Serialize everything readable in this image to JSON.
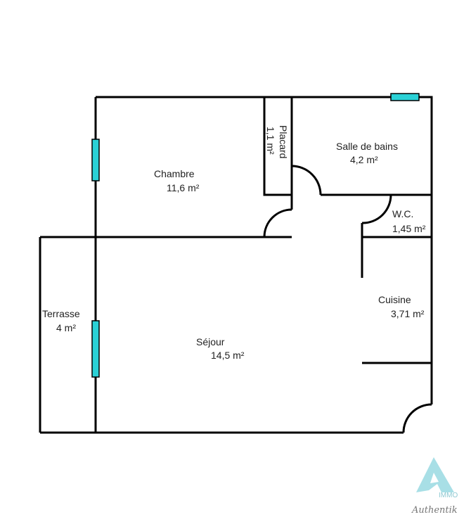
{
  "plan": {
    "rooms": [
      {
        "name": "Chambre",
        "area": "11,6  m²"
      },
      {
        "name": "Placard",
        "area": "1,1  m²"
      },
      {
        "name": "Salle de bains",
        "area": "4,2  m²"
      },
      {
        "name": "W.C.",
        "area": "1,45  m²"
      },
      {
        "name": "Cuisine",
        "area": "3,71  m²"
      },
      {
        "name": "Terrasse",
        "area": "4  m²"
      },
      {
        "name": "Séjour",
        "area": "14,5  m²"
      }
    ],
    "colors": {
      "wall": "#000000",
      "window": "#2ad1d6",
      "logo": "#8fd3dc"
    }
  },
  "logo": {
    "line1": "IMMO",
    "line2": "Authentik"
  }
}
